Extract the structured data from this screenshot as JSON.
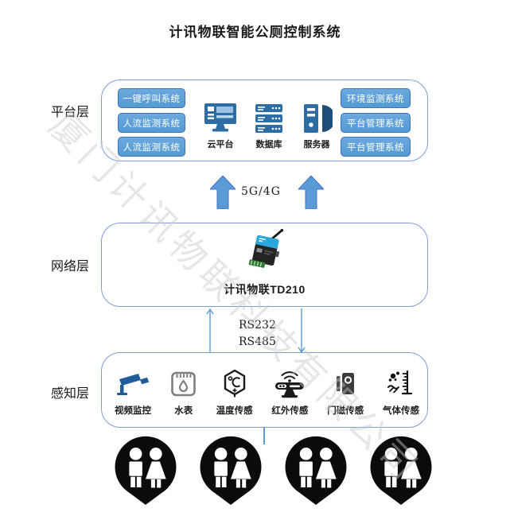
{
  "title": "计讯物联智能公厕控制系统",
  "watermark": "厦门计讯物联科技有限公司",
  "platform_layer": {
    "label": "平台层",
    "buttons_left": [
      "一键呼叫系统",
      "人流监测系统",
      "人流监测系统"
    ],
    "buttons_right": [
      "环境监测系统",
      "平台管理系统",
      "平台管理系统"
    ],
    "core_items": [
      {
        "icon": "cloud-platform-icon",
        "label": "云平台"
      },
      {
        "icon": "database-icon",
        "label": "数据库"
      },
      {
        "icon": "server-icon",
        "label": "服务器"
      }
    ]
  },
  "uplink": {
    "label": "5G/4G"
  },
  "network_layer": {
    "label": "网络层",
    "device": {
      "icon": "dtu-td210-icon",
      "label": "计讯物联TD210"
    }
  },
  "serial_link": {
    "labels": [
      "RS232",
      "RS485"
    ]
  },
  "perception_layer": {
    "label": "感知层",
    "sensors": [
      {
        "icon": "cctv-camera-icon",
        "label": "视频监控"
      },
      {
        "icon": "water-meter-icon",
        "label": "水表"
      },
      {
        "icon": "temperature-sensor-icon",
        "label": "温度传感"
      },
      {
        "icon": "infrared-sensor-icon",
        "label": "红外传感"
      },
      {
        "icon": "door-magnet-sensor-icon",
        "label": "门磁传感"
      },
      {
        "icon": "gas-sensor-icon",
        "label": "气体传感"
      }
    ]
  },
  "toilets": {
    "pin_count": 4
  },
  "colors": {
    "accent_blue": "#5B9BD5",
    "box_border_blue": "#7C9DD9",
    "icon_dark_blue": "#2E6DA4",
    "icon_navy": "#1F4E79",
    "device_cyan": "#2AA7DC",
    "terminal_green": "#2E7D32",
    "watermark_gray": "#C9C9C9",
    "pin_black": "#0B0B0B"
  }
}
